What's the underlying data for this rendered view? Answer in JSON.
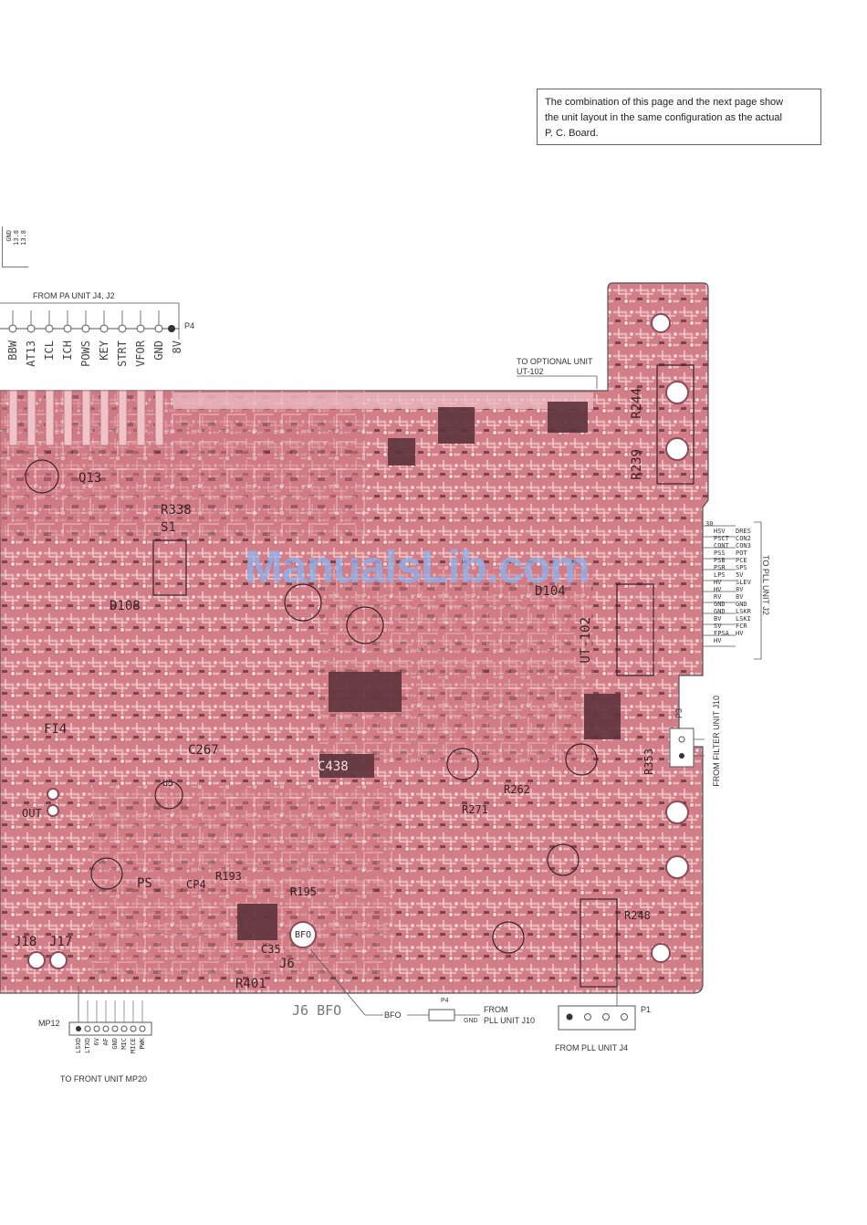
{
  "note": {
    "lines": [
      "The combination of this page and the next page show",
      "the unit layout in the same configuration as the actual",
      "P. C. Board."
    ]
  },
  "watermark": "ManualsLib.com",
  "top_left_pins": [
    "GND",
    "13.8",
    "13.8"
  ],
  "pa_unit": {
    "title": "FROM PA UNIT J4, J2",
    "connector": "P4",
    "pins": [
      "BBW",
      "AT13",
      "ICL",
      "ICH",
      "POWS",
      "KEY",
      "STRT",
      "VFOR",
      "GND",
      "8V"
    ]
  },
  "optional_unit": {
    "line1": "TO OPTIONAL UNIT",
    "line2": "UT-102"
  },
  "pll_j2": {
    "title": "TO PLL UNIT J2",
    "pin_number": "30",
    "left_col": [
      "HSV",
      "PSCT",
      "CONT",
      "PSS",
      "PSB",
      "PSR",
      "LPS",
      "HV",
      "HV",
      "RV",
      "GND",
      "GND",
      "BV",
      "SV",
      "FPSA",
      "HV"
    ],
    "right_col": [
      "DRES",
      "CON2",
      "CON3",
      "POT",
      "PCE",
      "SPS",
      "5V",
      "SLEV",
      "8V",
      "8V",
      "GND",
      "LSKR",
      "LSKI",
      "FCR",
      "HV"
    ]
  },
  "filter_unit": {
    "title": "FROM FILTER UNIT J10",
    "connector": "P3"
  },
  "mp12": {
    "connector": "MP12",
    "pins": [
      "LSXD",
      "LTXD",
      "6V",
      "AF",
      "GND",
      "MIC",
      "MICE",
      "PWK"
    ],
    "title": "TO FRONT UNIT MP20"
  },
  "bfo": {
    "label": "J6 BFO",
    "tag": "BFO",
    "pin": "P4",
    "gnd": "GND",
    "from_line1": "FROM",
    "from_line2": "PLL UNIT J10"
  },
  "pll_j4": {
    "title": "FROM PLL UNIT J4",
    "connector": "P1"
  },
  "board_labels": [
    "R338",
    "S1",
    "D108",
    "R244",
    "R239",
    "D104",
    "UT-102",
    "C438",
    "C267",
    "U5",
    "FI4",
    "OUT",
    "J18",
    "J17",
    "R401",
    "J6",
    "BFO",
    "R195",
    "R193",
    "R262",
    "R248",
    "R353",
    "R271",
    "Q13",
    "PS",
    "CP4",
    "C35"
  ]
}
